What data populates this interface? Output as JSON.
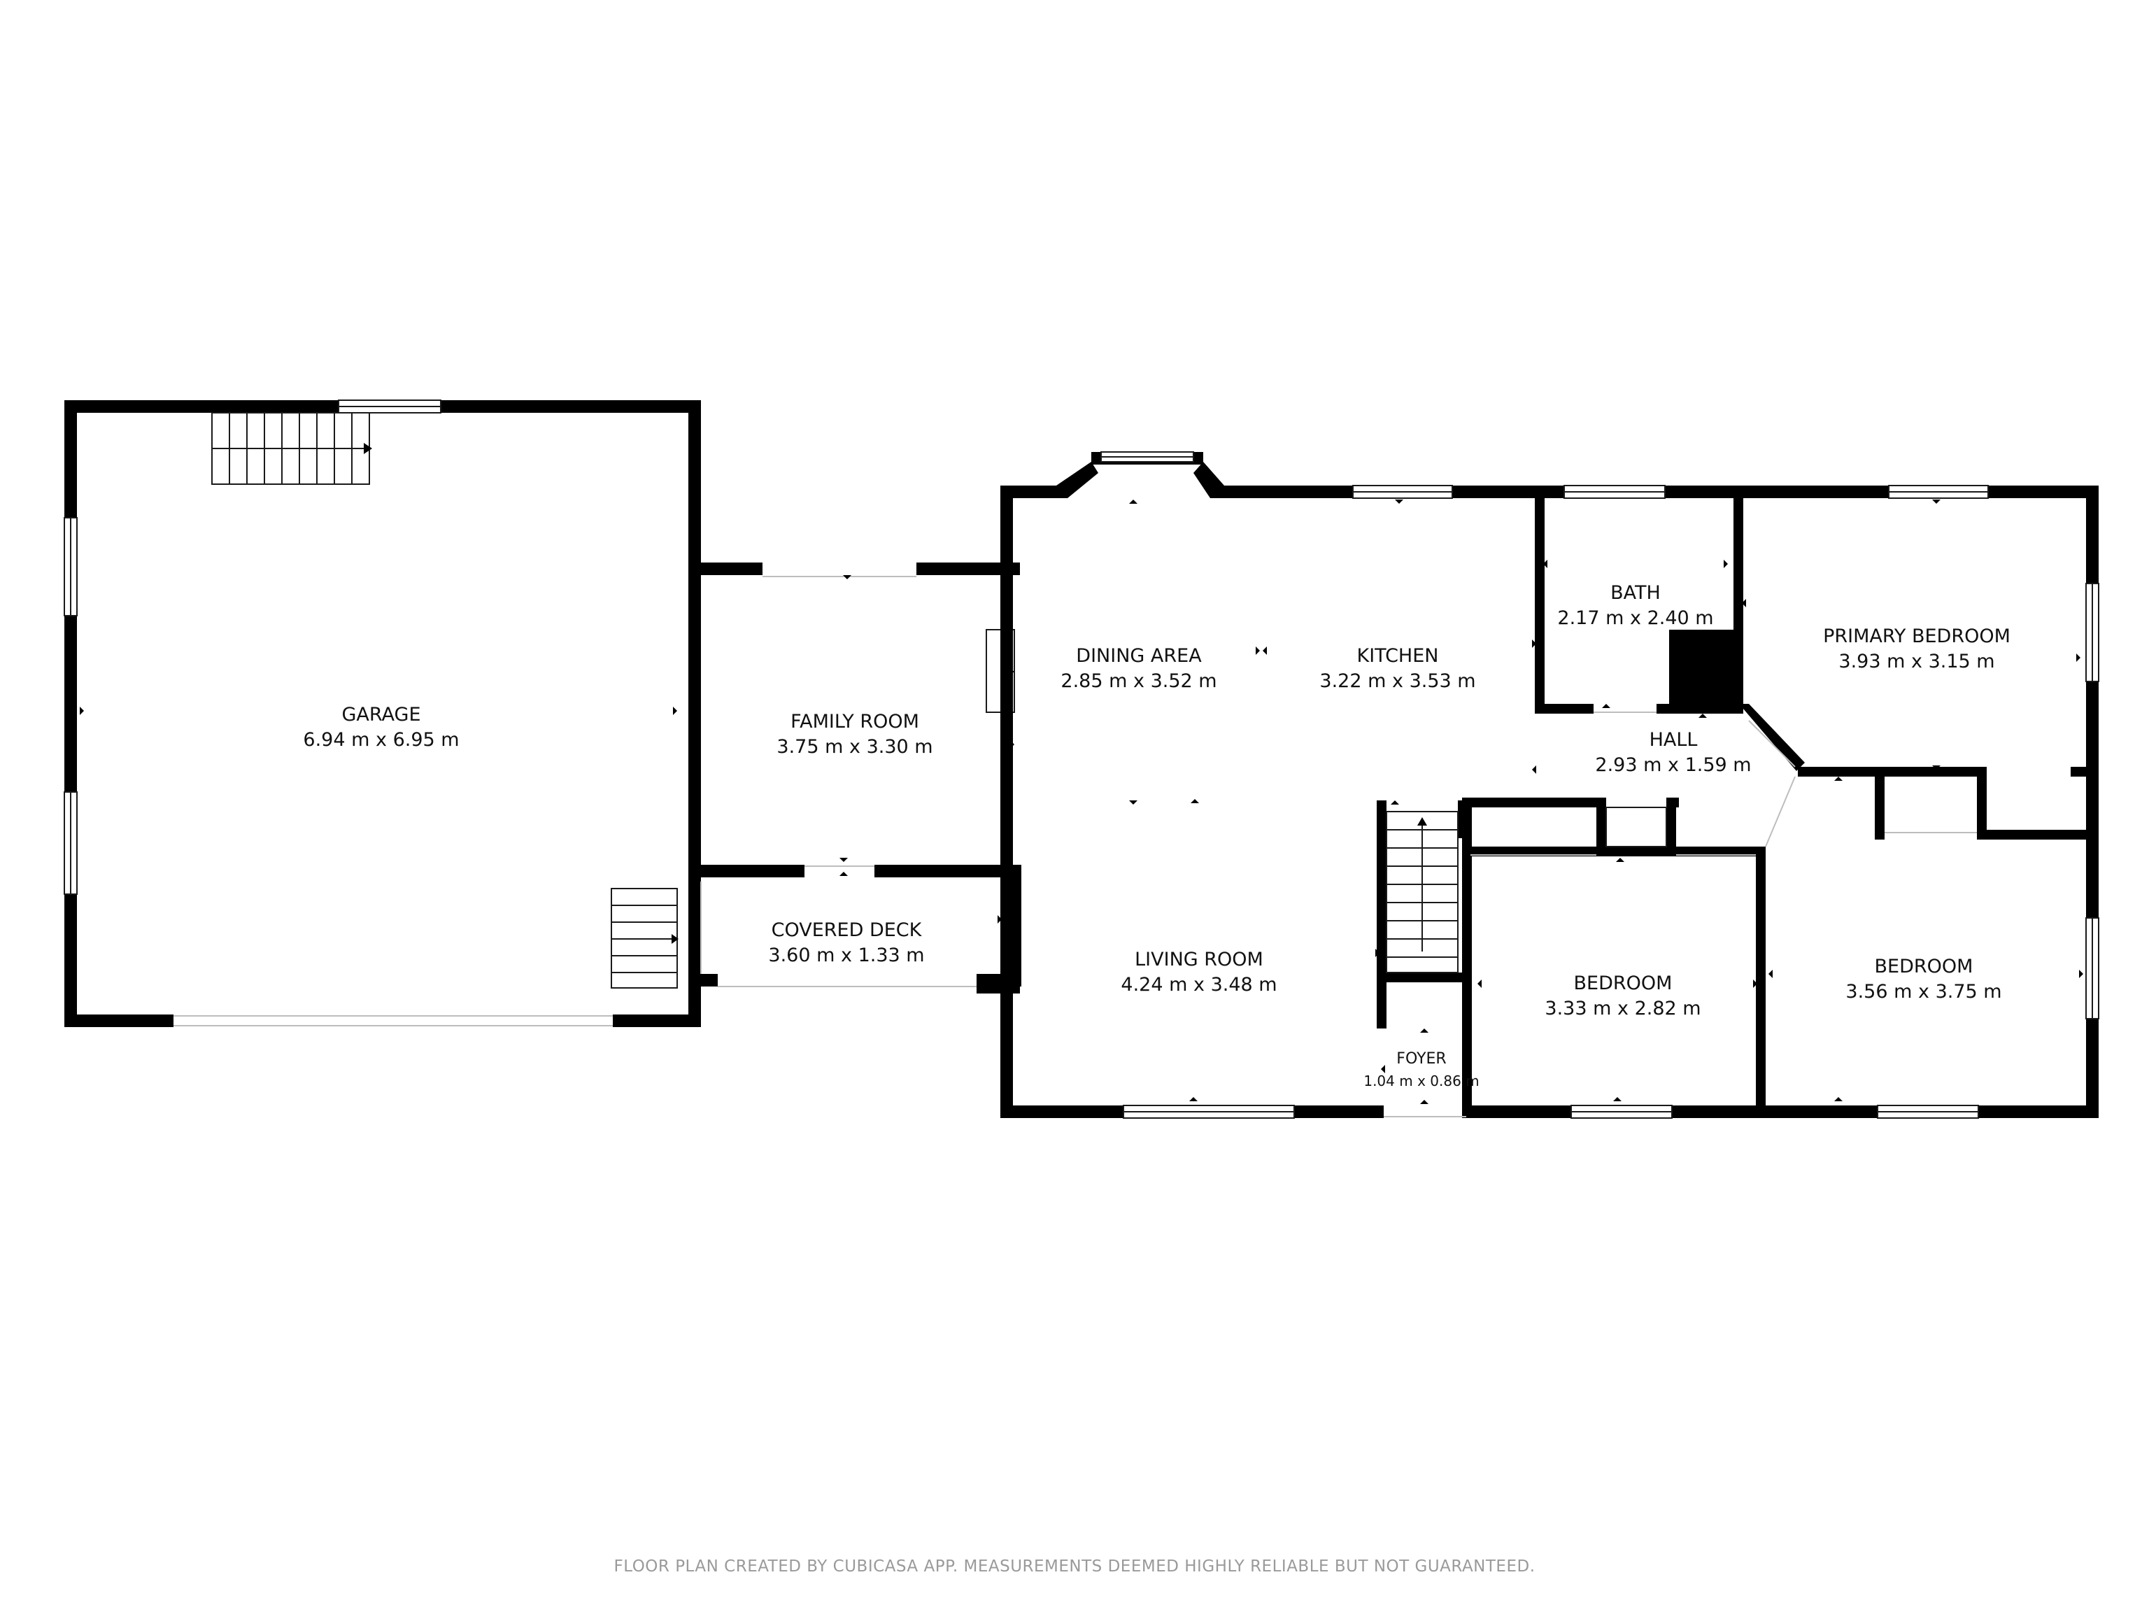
{
  "rooms": {
    "garage": {
      "name": "GARAGE",
      "dims": "6.94 m x 6.95 m"
    },
    "family_room": {
      "name": "FAMILY ROOM",
      "dims": "3.75 m x 3.30 m"
    },
    "covered_deck": {
      "name": "COVERED DECK",
      "dims": "3.60 m x 1.33 m"
    },
    "dining_area": {
      "name": "DINING AREA",
      "dims": "2.85 m x 3.52 m"
    },
    "kitchen": {
      "name": "KITCHEN",
      "dims": "3.22 m x 3.53 m"
    },
    "living_room": {
      "name": "LIVING ROOM",
      "dims": "4.24 m x 3.48 m"
    },
    "bath": {
      "name": "BATH",
      "dims": "2.17 m x 2.40 m"
    },
    "hall": {
      "name": "HALL",
      "dims": "2.93 m x 1.59 m"
    },
    "primary_bedroom": {
      "name": "PRIMARY BEDROOM",
      "dims": "3.93 m x 3.15 m"
    },
    "bedroom_1": {
      "name": "BEDROOM",
      "dims": "3.33 m x 2.82 m"
    },
    "bedroom_2": {
      "name": "BEDROOM",
      "dims": "3.56 m x 3.75 m"
    },
    "foyer": {
      "name": "FOYER",
      "dims": "1.04 m x 0.86 m"
    }
  },
  "footer": "FLOOR PLAN CREATED BY CUBICASA APP. MEASUREMENTS DEEMED HIGHLY RELIABLE BUT NOT GUARANTEED."
}
